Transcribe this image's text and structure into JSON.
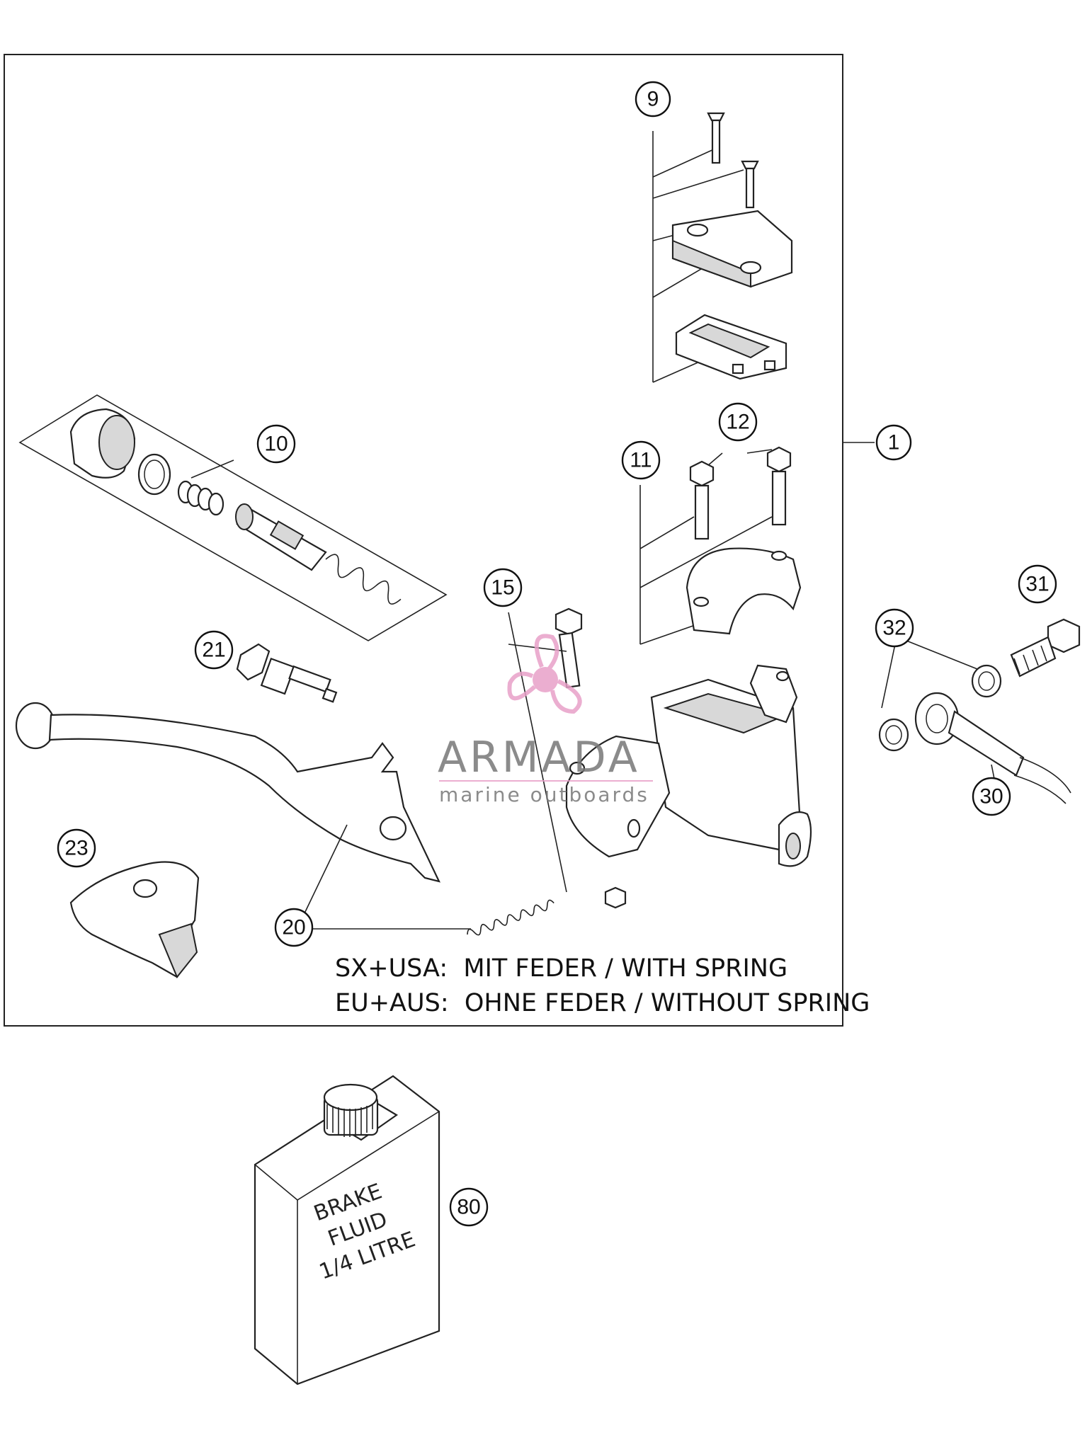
{
  "callouts": [
    {
      "id": "c1",
      "label": "1"
    },
    {
      "id": "c9",
      "label": "9"
    },
    {
      "id": "c10",
      "label": "10"
    },
    {
      "id": "c11",
      "label": "11"
    },
    {
      "id": "c12",
      "label": "12"
    },
    {
      "id": "c15",
      "label": "15"
    },
    {
      "id": "c20",
      "label": "20"
    },
    {
      "id": "c21",
      "label": "21"
    },
    {
      "id": "c23",
      "label": "23"
    },
    {
      "id": "c30",
      "label": "30"
    },
    {
      "id": "c31",
      "label": "31"
    },
    {
      "id": "c32",
      "label": "32"
    },
    {
      "id": "c80",
      "label": "80"
    }
  ],
  "notes": {
    "line1": "SX+USA:  MIT FEDER / WITH SPRING",
    "line2": "EU+AUS:  OHNE FEDER / WITHOUT SPRING"
  },
  "brake_fluid_label": [
    "BRAKE",
    "FLUID",
    "1/4 LITRE"
  ],
  "watermark": {
    "brand": "ARMADA",
    "tagline": "marine outboards",
    "color": "#e8a0c8"
  }
}
